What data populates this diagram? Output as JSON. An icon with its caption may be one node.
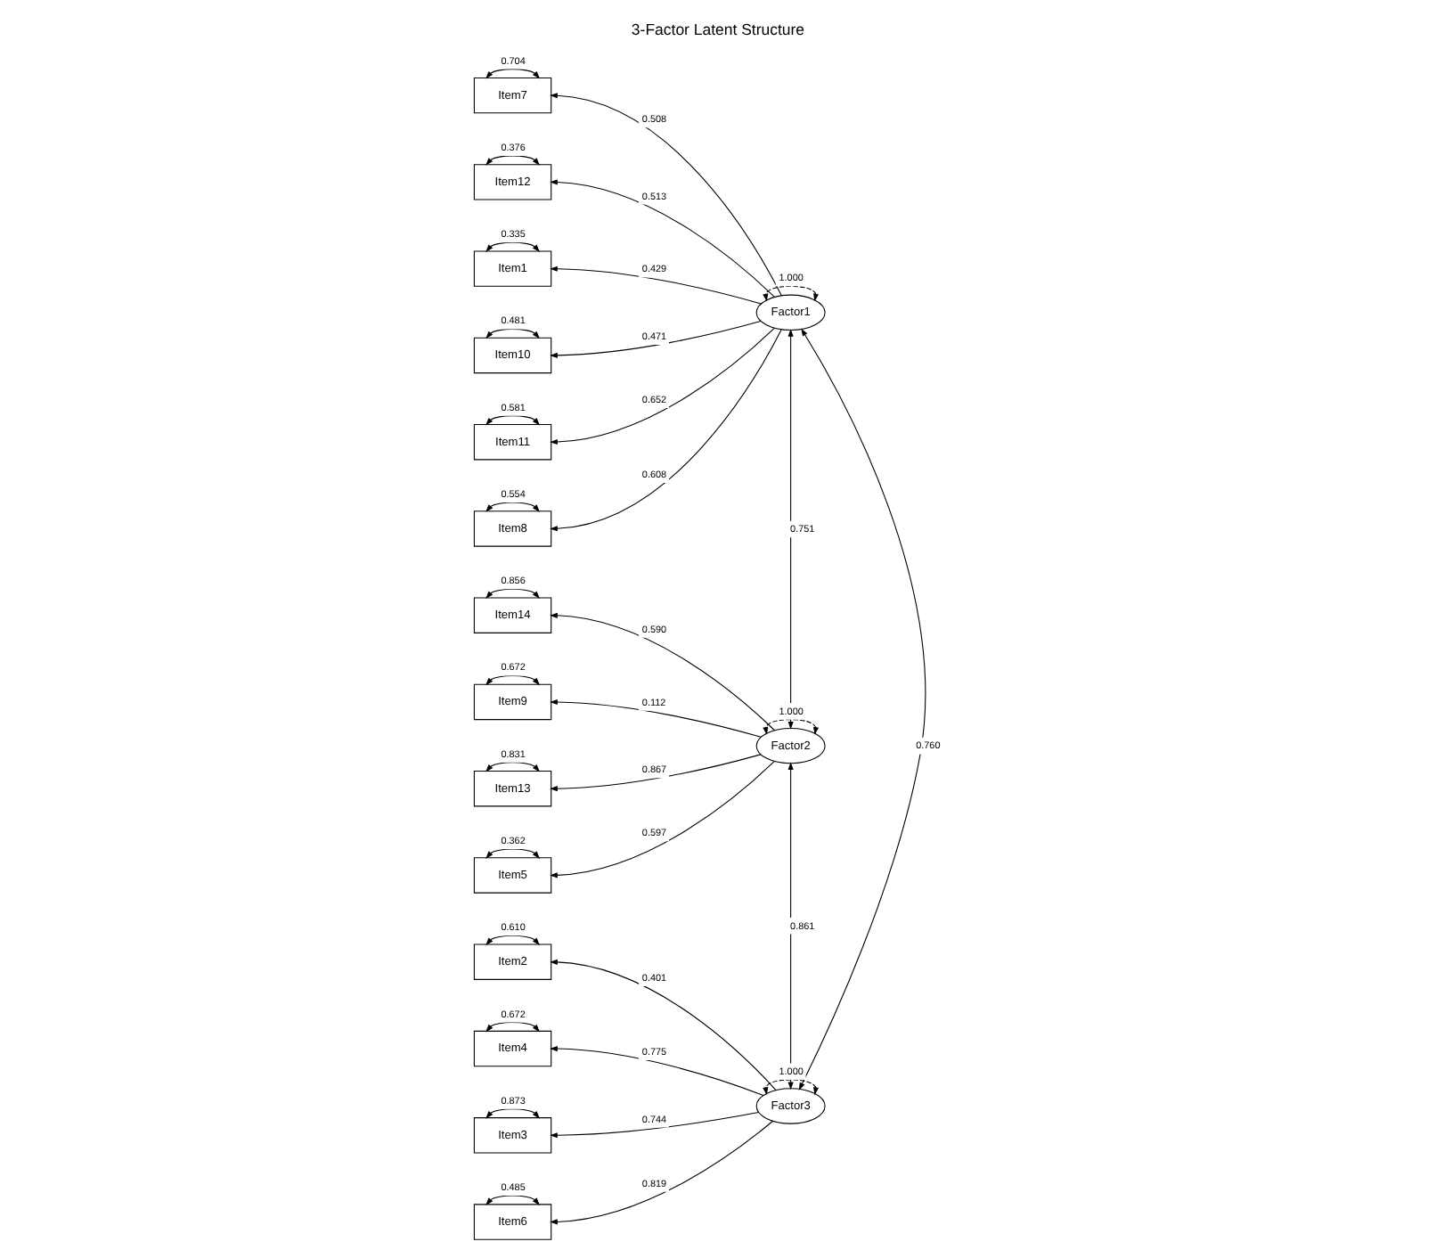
{
  "diagram": {
    "title": "3-Factor Latent Structure",
    "nodes": [
      {
        "text": [
          "Item7"
        ]
      },
      {
        "text": [
          "Item12"
        ]
      },
      {
        "text": [
          "Item1"
        ]
      },
      {
        "text": [
          "Item10"
        ]
      },
      {
        "text": [
          "Item11"
        ]
      },
      {
        "text": [
          "Item8"
        ]
      },
      {
        "text": [
          "Item14"
        ]
      },
      {
        "text": [
          "Item9"
        ]
      },
      {
        "text": [
          "Item13"
        ]
      },
      {
        "text": [
          "Item5"
        ]
      },
      {
        "text": [
          "Item2"
        ]
      },
      {
        "text": [
          "Item4"
        ]
      },
      {
        "text": [
          "Item3"
        ]
      },
      {
        "text": [
          "Item6"
        ]
      },
      {
        "text": [
          "Factor1"
        ]
      },
      {
        "text": [
          "Factor2"
        ]
      },
      {
        "text": [
          "Factor3"
        ]
      }
    ],
    "edges": [
      {
        "from": 14,
        "to": 0,
        "arrow": "to",
        "label": "0.508"
      },
      {
        "from": 14,
        "to": 1,
        "arrow": "to",
        "label": "0.513"
      },
      {
        "from": 14,
        "to": 2,
        "arrow": "to",
        "label": "0.429"
      },
      {
        "from": 14,
        "to": 3,
        "arrow": "to",
        "label": "0.471"
      },
      {
        "from": 14,
        "to": 4,
        "arrow": "to",
        "label": "0.652"
      },
      {
        "from": 14,
        "to": 5,
        "arrow": "to",
        "label": "0.608"
      },
      {
        "from": 15,
        "to": 6,
        "arrow": "to",
        "label": "0.590"
      },
      {
        "from": 15,
        "to": 7,
        "arrow": "to",
        "label": "0.112"
      },
      {
        "from": 15,
        "to": 8,
        "arrow": "to",
        "label": "0.867"
      },
      {
        "from": 15,
        "to": 9,
        "arrow": "to",
        "label": "0.597"
      },
      {
        "from": 16,
        "to": 10,
        "arrow": "to",
        "label": "0.401"
      },
      {
        "from": 16,
        "to": 11,
        "arrow": "to",
        "label": "0.775"
      },
      {
        "from": 16,
        "to": 12,
        "arrow": "to",
        "label": "0.744"
      },
      {
        "from": 16,
        "to": 13,
        "arrow": "to",
        "label": "0.819"
      },
      {
        "from": 0,
        "to": 0,
        "arrow": "both",
        "label": "0.704"
      },
      {
        "from": 1,
        "to": 1,
        "arrow": "both",
        "label": "0.376"
      },
      {
        "from": 2,
        "to": 2,
        "arrow": "both",
        "label": "0.335"
      },
      {
        "from": 3,
        "to": 3,
        "arrow": "both",
        "label": "0.481"
      },
      {
        "from": 4,
        "to": 4,
        "arrow": "both",
        "label": "0.581"
      },
      {
        "from": 5,
        "to": 5,
        "arrow": "both",
        "label": "0.554"
      },
      {
        "from": 6,
        "to": 6,
        "arrow": "both",
        "label": "0.856"
      },
      {
        "from": 7,
        "to": 7,
        "arrow": "both",
        "label": "0.672"
      },
      {
        "from": 8,
        "to": 8,
        "arrow": "both",
        "label": "0.831"
      },
      {
        "from": 9,
        "to": 9,
        "arrow": "both",
        "label": "0.362"
      },
      {
        "from": 10,
        "to": 10,
        "arrow": "both",
        "label": "0.610"
      },
      {
        "from": 11,
        "to": 11,
        "arrow": "both",
        "label": "0.672"
      },
      {
        "from": 12,
        "to": 12,
        "arrow": "both",
        "label": "0.873"
      },
      {
        "from": 13,
        "to": 13,
        "arrow": "both",
        "label": "0.485"
      },
      {
        "from": 14,
        "to": 14,
        "arrow": "both",
        "label": "1.000",
        "style": "dashed"
      },
      {
        "from": 15,
        "to": 15,
        "arrow": "both",
        "label": "1.000",
        "style": "dashed"
      },
      {
        "from": 16,
        "to": 16,
        "arrow": "both",
        "label": "1.000",
        "style": "dashed"
      },
      {
        "from": 14,
        "to": 15,
        "arrow": "both",
        "label": "0.751"
      },
      {
        "from": 15,
        "to": 16,
        "arrow": "both",
        "label": "0.861"
      },
      {
        "from": 14,
        "to": 16,
        "arrow": "both",
        "label": "0.760"
      }
    ]
  }
}
